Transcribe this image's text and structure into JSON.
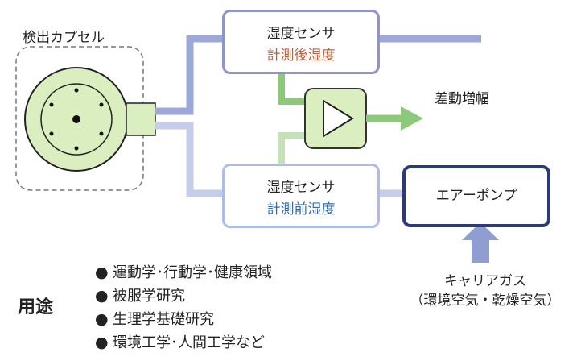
{
  "capsule": {
    "label": "検出カプセル"
  },
  "sensor_after": {
    "title": "湿度センサ",
    "subtitle": "計測後湿度"
  },
  "sensor_before": {
    "title": "湿度センサ",
    "subtitle": "計測前湿度"
  },
  "amplifier": {
    "label": "差動増幅"
  },
  "pump": {
    "label": "エアーポンプ"
  },
  "carrier_gas": {
    "label": "キャリアガス",
    "note": "（環境空気・乾燥空気）"
  },
  "uses": {
    "title": "用途",
    "bullet": "●",
    "items": [
      "運動学･行動学･健康領域",
      "被服学研究",
      "生理学基礎研究",
      "環境工学･人間工学など"
    ]
  },
  "colors": {
    "pipe": "#9ea8d8",
    "pipe_light": "#c6cdea",
    "signal": "#8cc97a",
    "capsule_fill": "#dbeec0",
    "pump_border": "#2d3a7a",
    "carrier_arrow": "#8f9dd2"
  }
}
